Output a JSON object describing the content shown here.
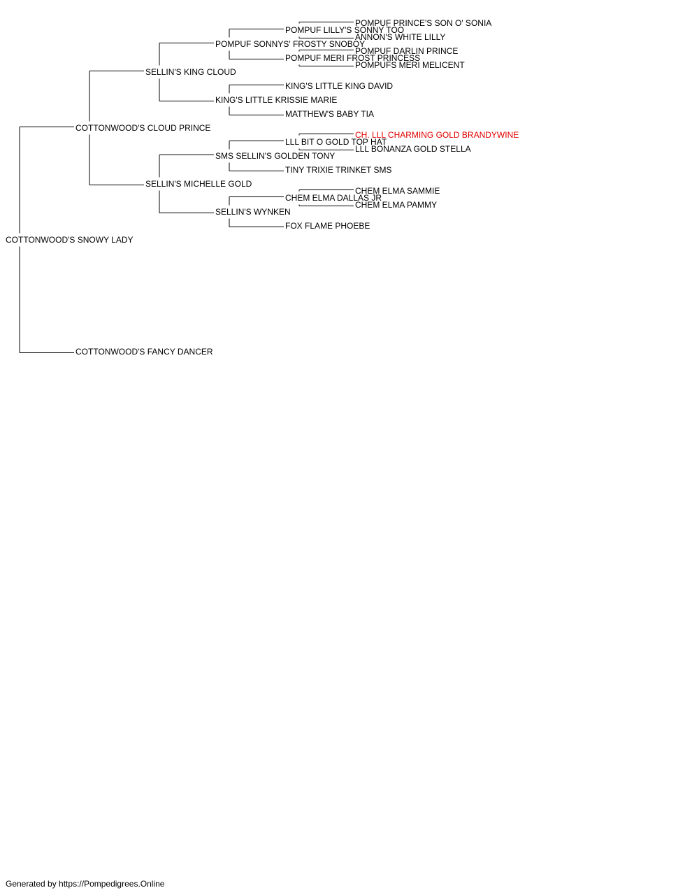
{
  "pedigree": {
    "name": "COTTONWOOD'S SNOWY LADY",
    "sire": {
      "name": "COTTONWOOD'S CLOUD PRINCE",
      "sire": {
        "name": "SELLIN'S KING CLOUD",
        "sire": {
          "name": "POMPUF SONNYS' FROSTY SNOBOY",
          "sire": {
            "name": "POMPUF LILLY'S SONNY TOO",
            "sire": {
              "name": "POMPUF PRINCE'S SON O' SONIA"
            },
            "dam": {
              "name": "ANNON'S WHITE LILLY"
            }
          },
          "dam": {
            "name": "POMPUF MERI FROST PRINCESS",
            "sire": {
              "name": "POMPUF DARLIN PRINCE"
            },
            "dam": {
              "name": "POMPUFS MERI MELICENT"
            }
          }
        },
        "dam": {
          "name": "KING'S LITTLE KRISSIE MARIE",
          "sire": {
            "name": "KING'S LITTLE KING DAVID"
          },
          "dam": {
            "name": "MATTHEW'S BABY TIA"
          }
        }
      },
      "dam": {
        "name": "SELLIN'S MICHELLE GOLD",
        "sire": {
          "name": "SMS SELLIN'S GOLDEN TONY",
          "sire": {
            "name": "LLL BIT O GOLD TOP HAT",
            "sire": {
              "name": "CH. LLL CHARMING GOLD BRANDYWINE",
              "highlight": true
            },
            "dam": {
              "name": "LLL BONANZA GOLD STELLA"
            }
          },
          "dam": {
            "name": "TINY TRIXIE TRINKET SMS"
          }
        },
        "dam": {
          "name": "SELLIN'S WYNKEN",
          "sire": {
            "name": "CHEM ELMA DALLAS JR",
            "sire": {
              "name": "CHEM ELMA SAMMIE"
            },
            "dam": {
              "name": "CHEM ELMA PAMMY"
            }
          },
          "dam": {
            "name": "FOX FLAME PHOEBE"
          }
        }
      }
    },
    "dam": {
      "name": "COTTONWOOD'S FANCY DANCER"
    }
  },
  "footer": "Generated by https://Pompedigrees.Online",
  "colors": {
    "line": "#000000",
    "text": "#000000",
    "highlight": "#e00000",
    "background": "#ffffff"
  }
}
